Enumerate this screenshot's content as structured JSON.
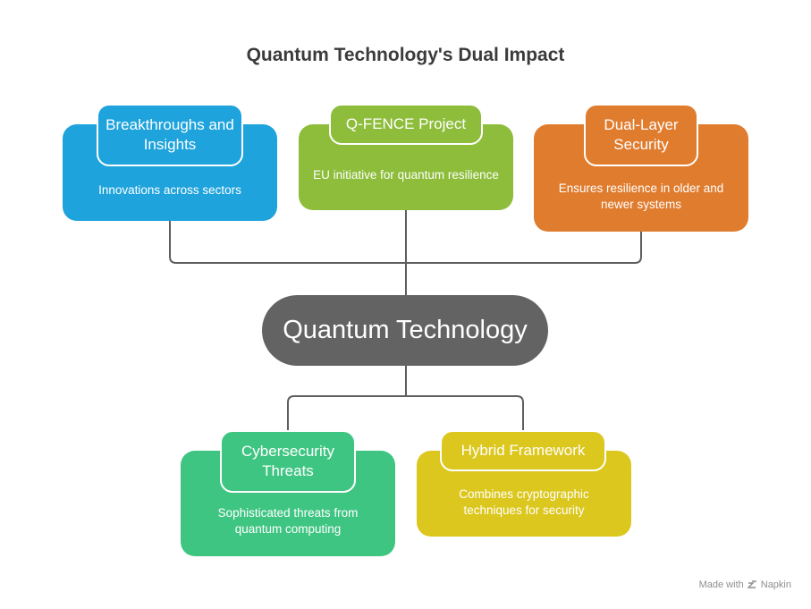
{
  "title": "Quantum Technology's Dual Impact",
  "center": {
    "label": "Quantum Technology",
    "color": "#636363"
  },
  "top_nodes": [
    {
      "title": "Breakthroughs and Insights",
      "description": "Innovations across sectors",
      "color": "#1ea3dc"
    },
    {
      "title": "Q-FENCE Project",
      "description": "EU initiative for quantum resilience",
      "color": "#8dbd3a"
    },
    {
      "title": "Dual-Layer Security",
      "description": "Ensures resilience in older and newer systems",
      "color": "#e07c2e"
    }
  ],
  "bottom_nodes": [
    {
      "title": "Cybersecurity Threats",
      "description": "Sophisticated threats from quantum computing",
      "color": "#3fc582"
    },
    {
      "title": "Hybrid Framework",
      "description": "Combines cryptographic techniques for security",
      "color": "#dcc71e"
    }
  ],
  "footer": {
    "made_with": "Made with",
    "brand": "Napkin"
  }
}
